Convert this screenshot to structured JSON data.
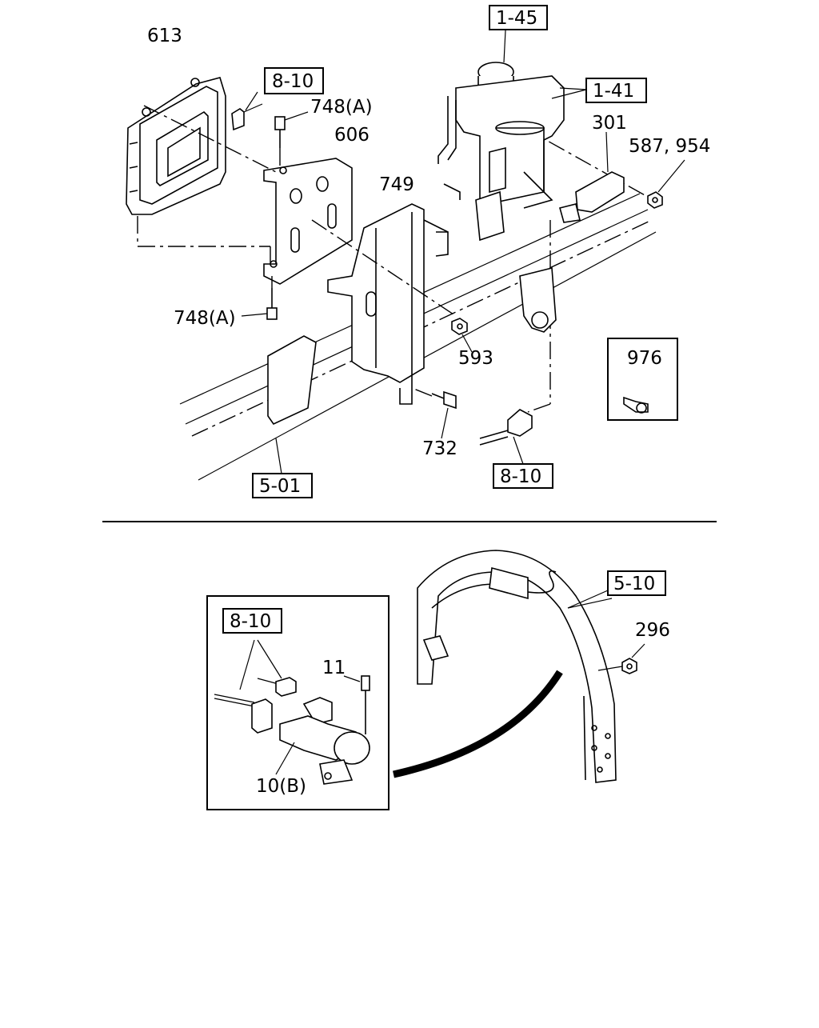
{
  "labels": {
    "p613": "613",
    "ref_8_10_top": "8-10",
    "p748a_top": "748(A)",
    "p606": "606",
    "ref_1_45": "1-45",
    "ref_1_41": "1-41",
    "p301": "301",
    "p587_954": "587, 954",
    "p749": "749",
    "p748a_bottom": "748(A)",
    "p593": "593",
    "p976": "976",
    "p732": "732",
    "ref_5_01": "5-01",
    "ref_8_10_mid": "8-10",
    "ref_5_10": "5-10",
    "p296": "296",
    "ref_8_10_inset": "8-10",
    "p11": "11",
    "p10b": "10(B)"
  }
}
